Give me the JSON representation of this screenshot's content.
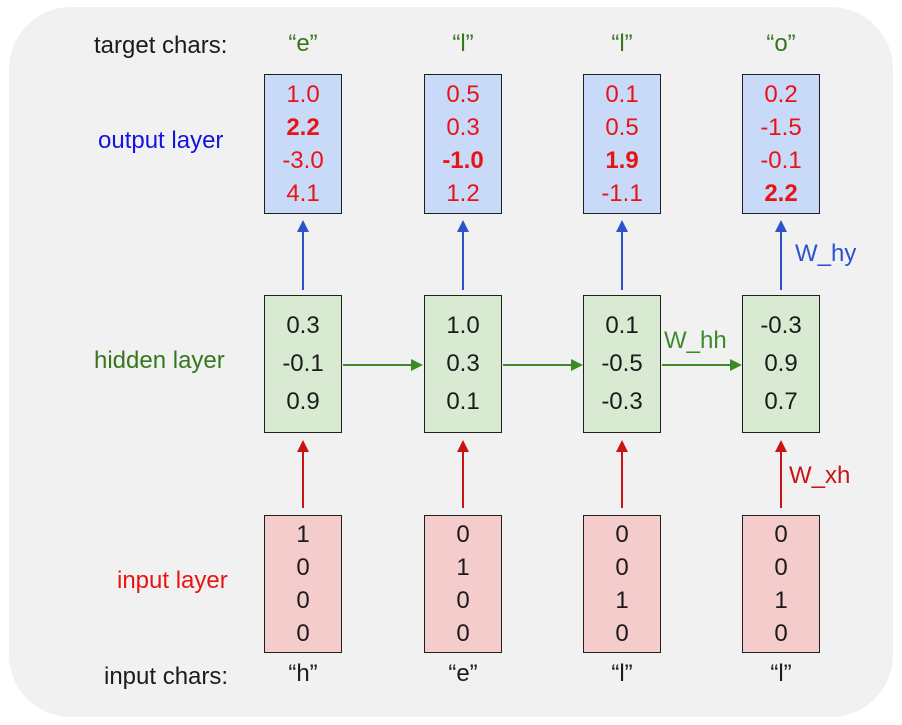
{
  "labels": {
    "target_chars": "target chars:",
    "output_layer": "output layer",
    "hidden_layer": "hidden layer",
    "input_layer": "input layer",
    "input_chars": "input chars:"
  },
  "weights": {
    "w_hy": "W_hy",
    "w_hh": "W_hh",
    "w_xh": "W_xh"
  },
  "columns": [
    {
      "target_char": "“e”",
      "output": [
        "1.0",
        "2.2",
        "-3.0",
        "4.1"
      ],
      "output_highlight": 1,
      "hidden": [
        "0.3",
        "-0.1",
        "0.9"
      ],
      "input": [
        "1",
        "0",
        "0",
        "0"
      ],
      "input_char": "“h”"
    },
    {
      "target_char": "“l”",
      "output": [
        "0.5",
        "0.3",
        "-1.0",
        "1.2"
      ],
      "output_highlight": 2,
      "hidden": [
        "1.0",
        "0.3",
        "0.1"
      ],
      "input": [
        "0",
        "1",
        "0",
        "0"
      ],
      "input_char": "“e”"
    },
    {
      "target_char": "“l”",
      "output": [
        "0.1",
        "0.5",
        "1.9",
        "-1.1"
      ],
      "output_highlight": 2,
      "hidden": [
        "0.1",
        "-0.5",
        "-0.3"
      ],
      "input": [
        "0",
        "0",
        "1",
        "0"
      ],
      "input_char": "“l”"
    },
    {
      "target_char": "“o”",
      "output": [
        "0.2",
        "-1.5",
        "-0.1",
        "2.2"
      ],
      "output_highlight": 3,
      "hidden": [
        "-0.3",
        "0.9",
        "0.7"
      ],
      "input": [
        "0",
        "0",
        "1",
        "0"
      ],
      "input_char": "“l”"
    }
  ],
  "colors": {
    "card-bg": "#f1f1f2",
    "output-box-bg": "#c9daf8",
    "hidden-box-bg": "#d9ead3",
    "input-box-bg": "#f4cccc",
    "box-border": "#1f1f1f",
    "red-text": "#e81414",
    "green-text": "#38761d",
    "blue-text": "#1414e0",
    "black-text": "#1b1b1b",
    "blue-arrow": "#2d53cc",
    "green-arrow": "#3f8a28",
    "red-arrow": "#c81616"
  }
}
